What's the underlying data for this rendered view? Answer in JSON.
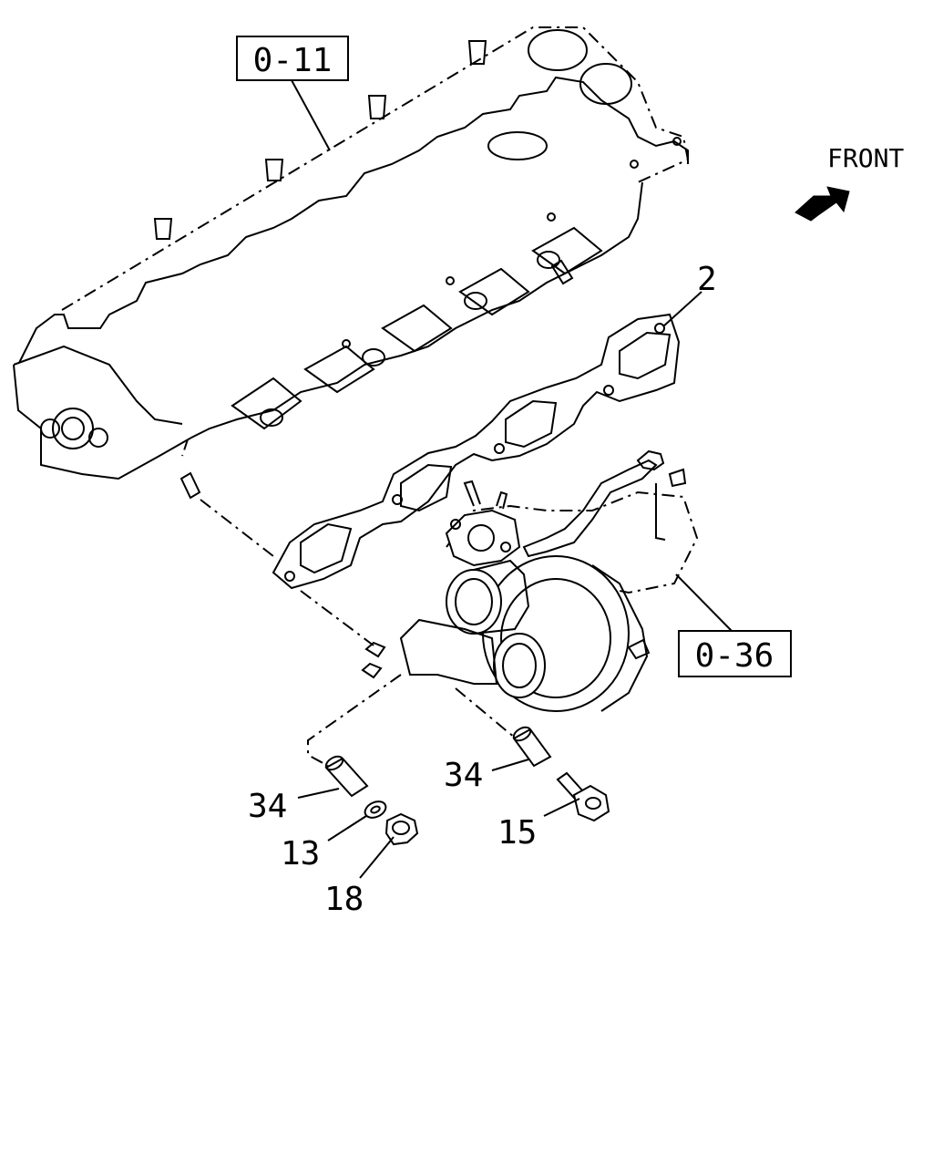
{
  "references": {
    "cylinder_head": "0-11",
    "turbocharger": "0-36"
  },
  "direction_label": "FRONT",
  "callouts": {
    "gasket": "2",
    "stud_left": "34",
    "stud_right": "34",
    "washer": "13",
    "nut": "18",
    "bolt": "15"
  },
  "icons": {
    "front_arrow": "front-arrow-icon"
  }
}
